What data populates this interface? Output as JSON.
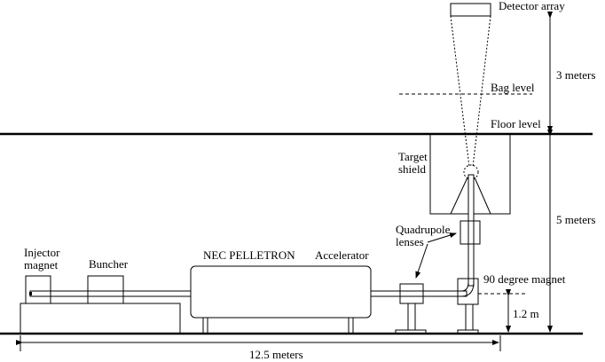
{
  "labels": {
    "detector_array": "Detector array",
    "bag_level": "Bag level",
    "floor_level": "Floor level",
    "three_meters": "3 meters",
    "target_line1": "Target",
    "target_line2": "shield",
    "five_meters": "5 meters",
    "quad_line1": "Quadrupole",
    "quad_line2": "lenses",
    "magnet_90": "90 degree magnet",
    "height_1_2": "1.2 m",
    "injector_line1": "Injector",
    "injector_line2": "magnet",
    "buncher": "Buncher",
    "nec_pelletron": "NEC PELLETRON",
    "accelerator": "Accelerator",
    "length_12_5": "12.5 meters"
  }
}
